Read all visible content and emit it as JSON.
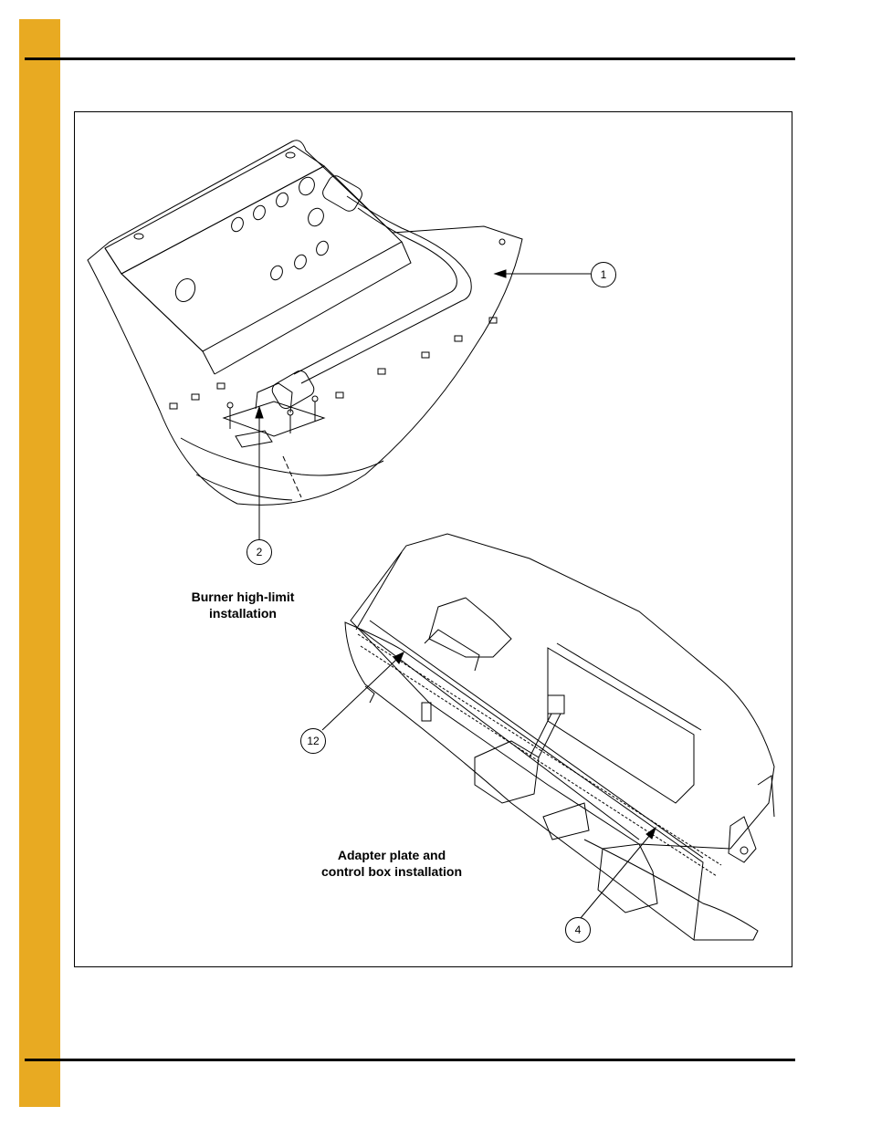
{
  "captions": {
    "burner": [
      "Burner high-limit",
      "installation"
    ],
    "adapter": [
      "Adapter plate and",
      "control box installation"
    ]
  },
  "callouts": {
    "c1": "1",
    "c2": "2",
    "c12": "12",
    "c4": "4"
  },
  "colors": {
    "side_bar": "#e8aa22",
    "rule": "#000000"
  }
}
